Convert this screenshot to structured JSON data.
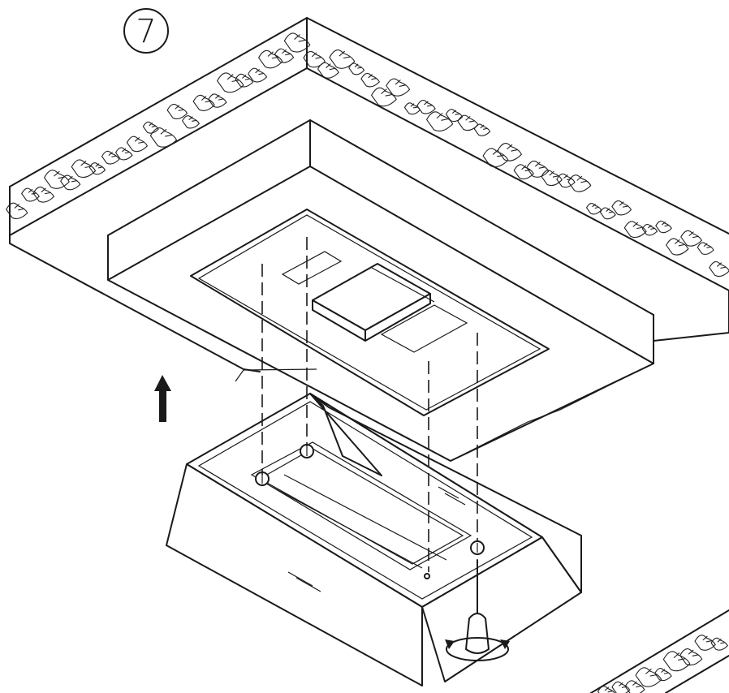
{
  "step": {
    "number": "7"
  },
  "diagram": {
    "parts": [
      "step-badge",
      "ceiling-masonry",
      "false-ceiling-box",
      "ceiling-cutout",
      "motor-housing",
      "hood-canopy",
      "glass-panel",
      "mounting-screws",
      "guide-lines",
      "lift-arrow",
      "screwdriver",
      "rotation-arrow"
    ]
  }
}
